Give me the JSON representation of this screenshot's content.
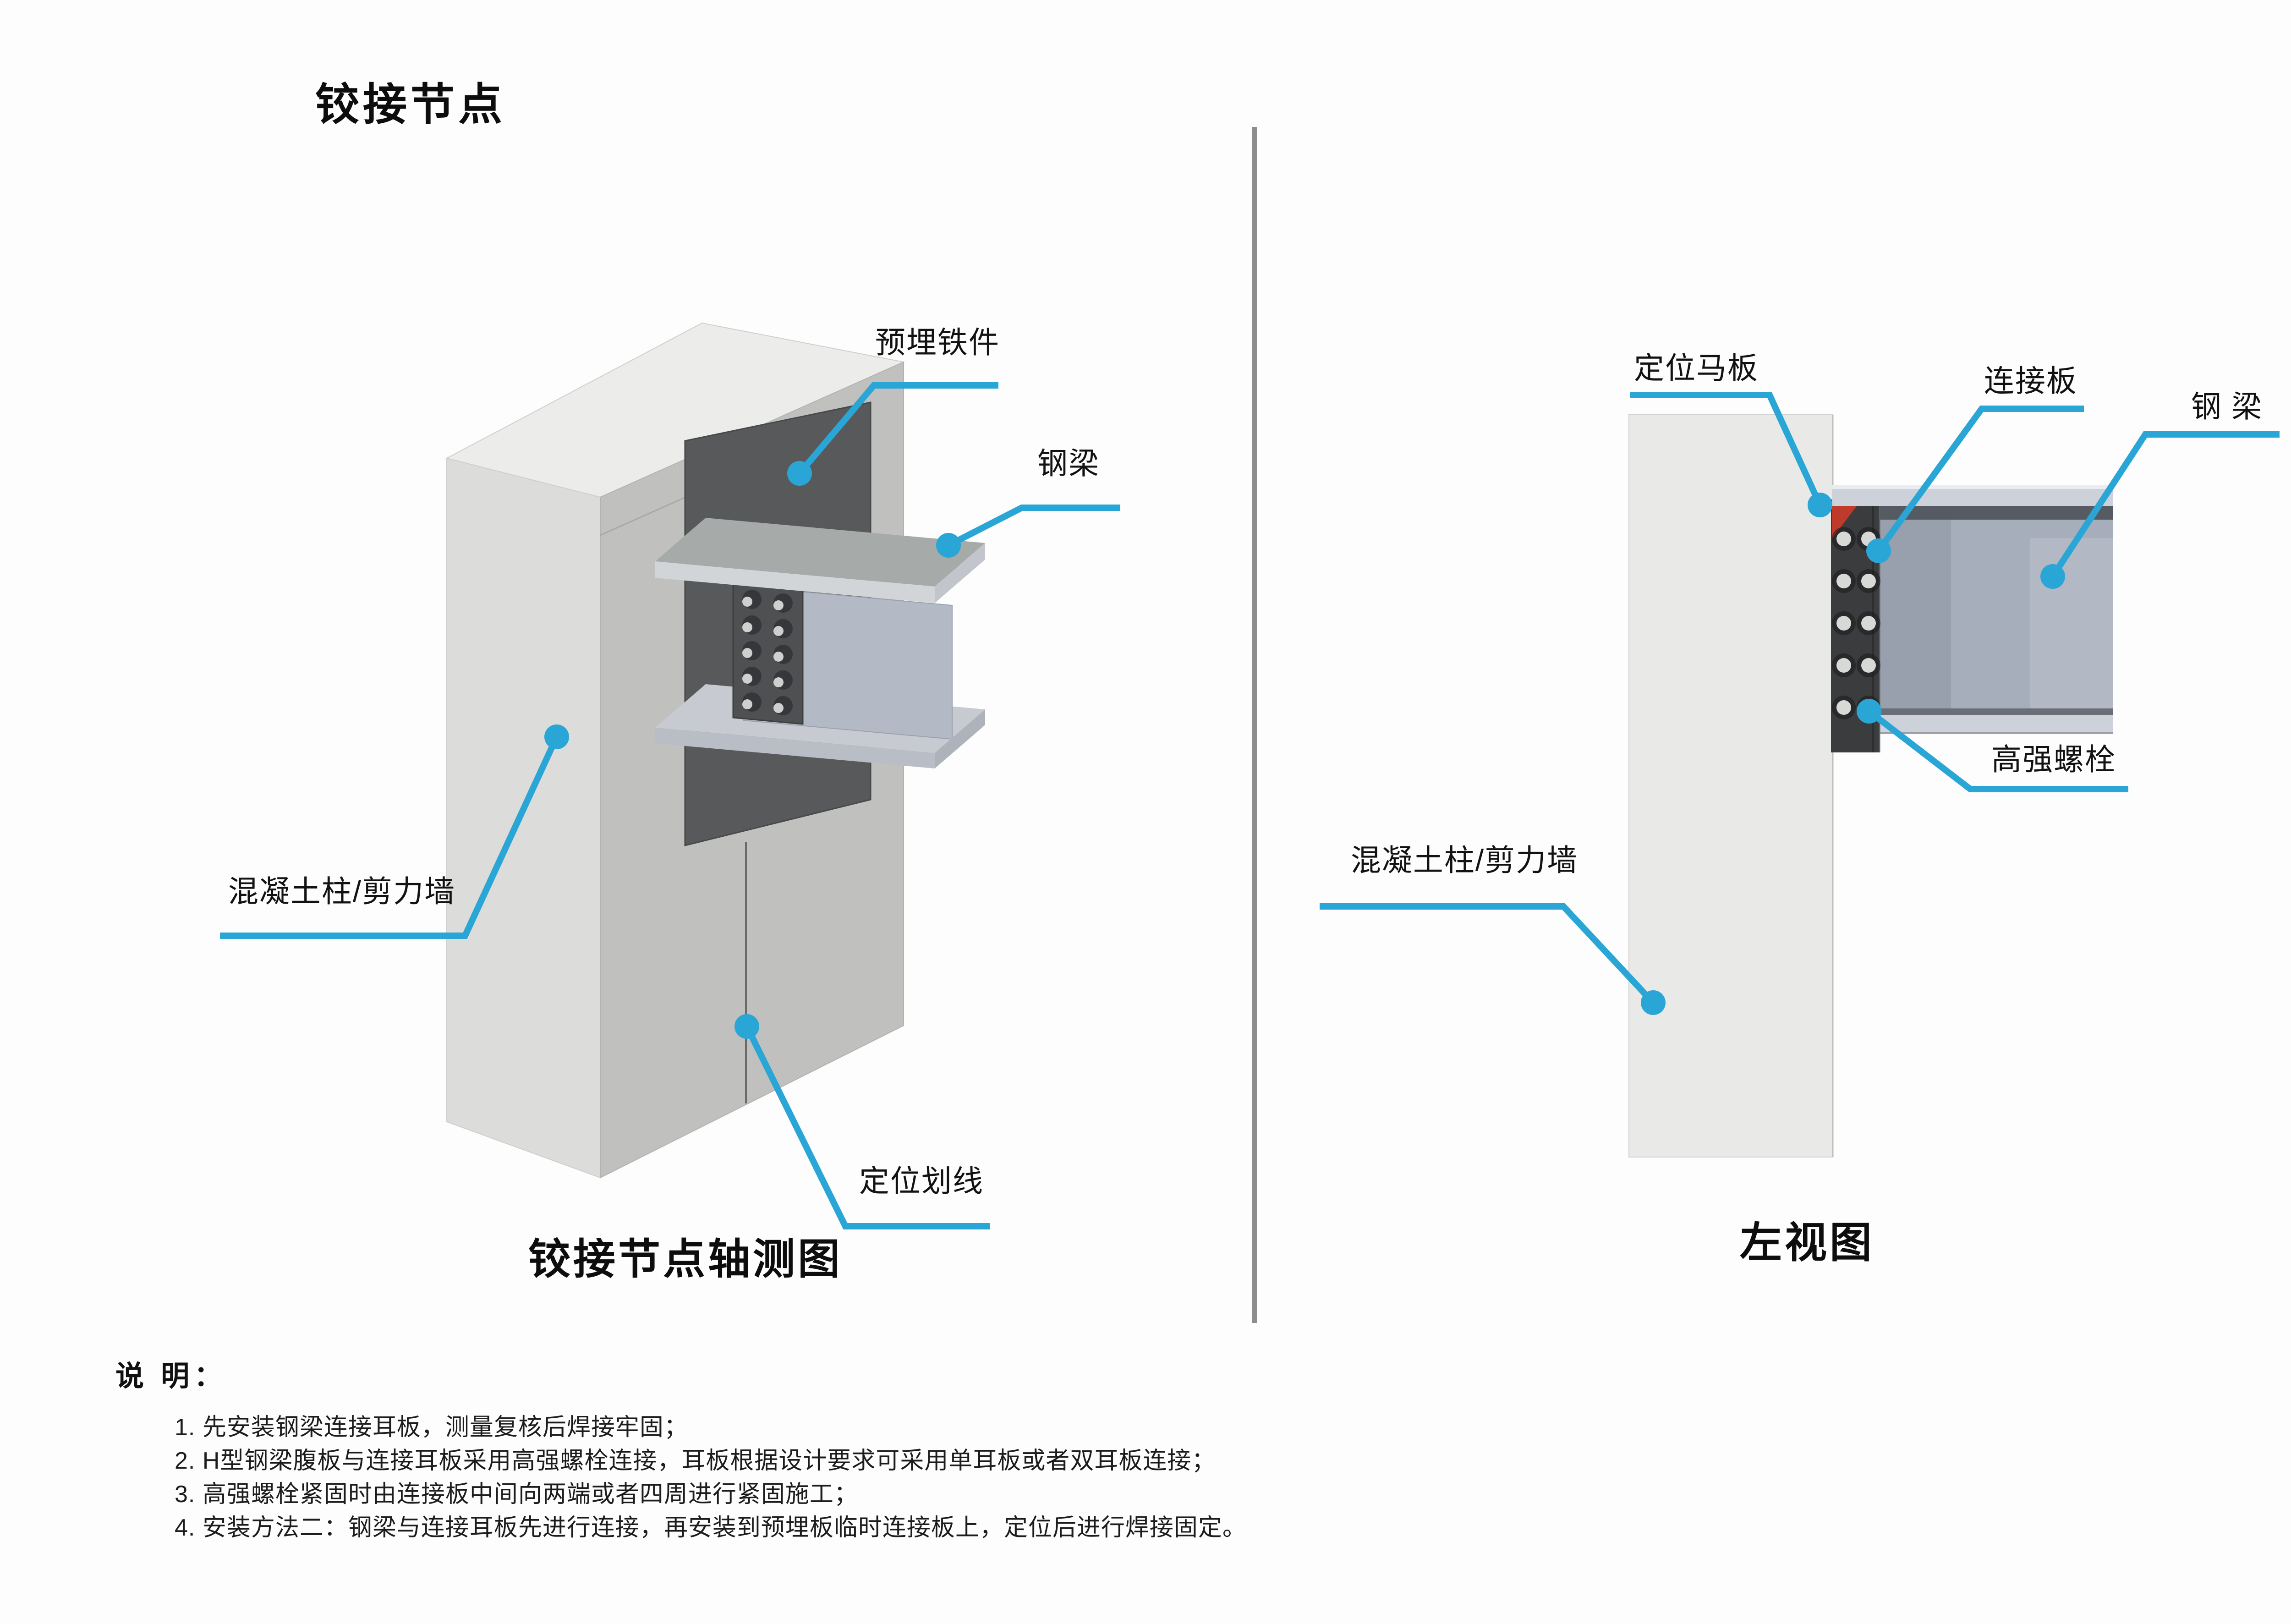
{
  "title": "铰接节点",
  "colors": {
    "leader_accent": "#2aa6d6",
    "divider": "#8d8d8d",
    "positioning_plate_red": "#c03a2c",
    "concrete_light": "#dcdcda",
    "embedded_plate_dark": "#58595b",
    "steel_web_blue_gray": "#a7aebb"
  },
  "left_view": {
    "caption": "铰接节点轴测图",
    "labels": {
      "embedded_plate": "预埋铁件",
      "steel_beam": "钢梁",
      "concrete_wall": "混凝土柱/剪力墙",
      "positioning_line": "定位划线"
    }
  },
  "right_view": {
    "caption": "左视图",
    "labels": {
      "positioning_plate": "定位马板",
      "connecting_plate": "连接板",
      "steel_beam": "钢 梁",
      "high_strength_bolts": "高强螺栓",
      "concrete_wall": "混凝土柱/剪力墙"
    }
  },
  "notes": {
    "heading": "说 明：",
    "items": [
      "1. 先安装钢梁连接耳板，测量复核后焊接牢固；",
      "2. H型钢梁腹板与连接耳板采用高强螺栓连接，耳板根据设计要求可采用单耳板或者双耳板连接；",
      "3. 高强螺栓紧固时由连接板中间向两端或者四周进行紧固施工；",
      "4. 安装方法二：钢梁与连接耳板先进行连接，再安装到预埋板临时连接板上，定位后进行焊接固定。"
    ]
  }
}
